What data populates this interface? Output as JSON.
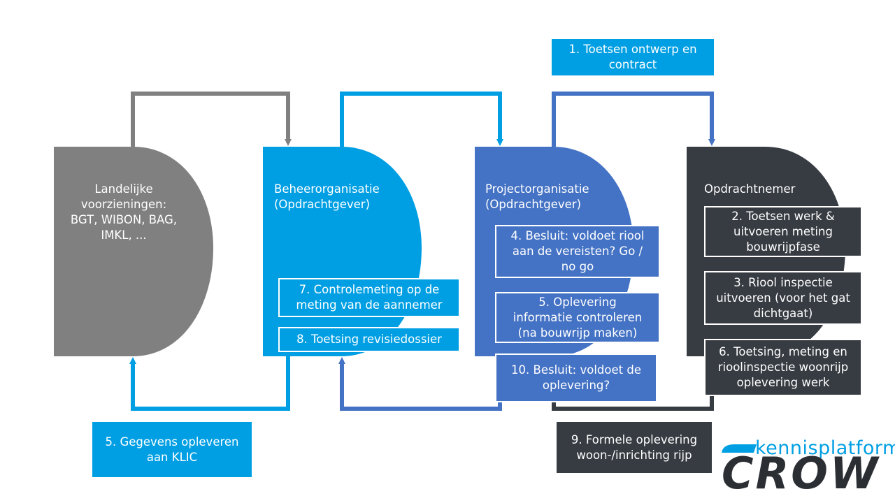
{
  "colors": {
    "grey": "#808080",
    "cyan": "#009fe3",
    "blue": "#4472c4",
    "dark": "#373b42"
  },
  "nodes": {
    "landelijk": "Landelijke\nvoorzieningen:\nBGT, WIBON, BAG,\nIMKL, ...",
    "beheer": "Beheerorganisatie\n(Opdrachtgever)",
    "project": "Projectorganisatie\n(Opdrachtgever)",
    "opdrachtnemer": "Opdrachtnemer"
  },
  "steps": {
    "s1": "1. Toetsen ontwerp en\ncontract",
    "s2": "2. Toetsen werk &\nuitvoeren meting\nbouwrijpfase",
    "s3": "3. Riool inspectie\nuitvoeren (voor het gat\ndichtgaat)",
    "s4": "4. Besluit: voldoet riool\naan de vereisten? Go /\nno go",
    "s5a": "5. Oplevering\ninformatie controleren\n(na bouwrijp maken)",
    "s5b": "5. Gegevens opleveren\naan KLIC",
    "s6": "6. Toetsing, meting en\nrioolinspectie woonrijp\noplevering werk",
    "s7": "7. Controlemeting op de\nmeting van de aannemer",
    "s8": "8. Toetsing revisiedossier",
    "s9": "9. Formele oplevering\nwoon-/inrichting rijp",
    "s10": "10. Besluit: voldoet de\noplevering?"
  },
  "logo": {
    "top": "kennisplatform",
    "main": "CROW"
  }
}
